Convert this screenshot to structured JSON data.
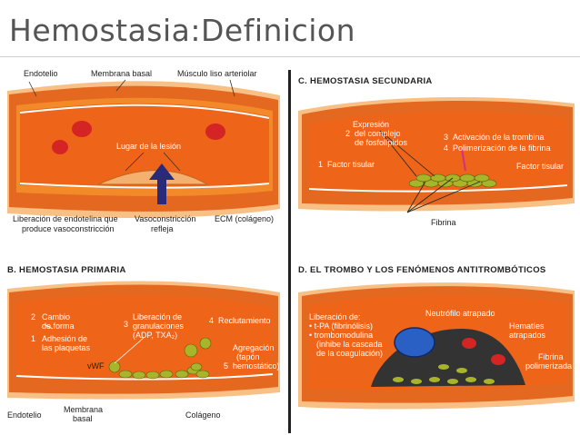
{
  "slide": {
    "title": "Hemostasia:Definicion"
  },
  "panel_a": {
    "endotelio": "Endotelio",
    "membrana_basal": "Membrana basal",
    "musculo": "Músculo liso arteriolar",
    "lugar_lesion": "Lugar de la lesión",
    "liberacion_1": "Liberación de endotelina que",
    "liberacion_2": "produce vasoconstricción",
    "vaso_1": "Vasoconstricción",
    "vaso_2": "refleja",
    "ecm": "ECM (colágeno)"
  },
  "panel_b": {
    "heading": "B.  HEMOSTASIA PRIMARIA",
    "cambio_1": "Cambio",
    "cambio_2": "de forma",
    "adhesion_1": "Adhesión de",
    "adhesion_2": "las plaquetas",
    "num_1": "1",
    "num_2": "2",
    "num_3": "3",
    "num_4": "4",
    "num_5": "5",
    "lib_1": "Liberación de",
    "lib_2": "granulaciones",
    "lib_3": "(ADP, TXA₂)",
    "reclut": "Reclutamiento",
    "agreg_1": "Agregación",
    "agreg_2": "(tapón",
    "agreg_3": "hemostático)",
    "vwf": "vWF",
    "endotelio": "Endotelio",
    "membrana_1": "Membrana",
    "membrana_2": "basal",
    "colageno": "Colágeno"
  },
  "panel_c": {
    "heading": "C.  HEMOSTASIA SECUNDARIA",
    "expr_1": "Expresión",
    "expr_2": "del complejo",
    "expr_3": "de fosfolípidos",
    "num_1": "1",
    "num_2": "2",
    "num_3": "3",
    "num_4": "4",
    "activacion": "Activación de la trombina",
    "polimer": "Polimerización de la fibrina",
    "factor_left": "Factor tisular",
    "factor_right": "Factor tisular",
    "fibrina": "Fibrina"
  },
  "panel_d": {
    "heading": "D.  EL TROMBO Y LOS FENÓMENOS ANTITROMBÓTICOS",
    "lib_1": "Liberación de:",
    "lib_2": "• t-PA (fibrinólisis)",
    "lib_3": "• trombomodulina",
    "lib_4": "(inhibe la cascada",
    "lib_5": "de la coagulación)",
    "neutrofilo": "Neutrófilo atrapado",
    "hematies_1": "Hematíes",
    "hematies_2": "atrapados",
    "fibrina_1": "Fibrina",
    "fibrina_2": "polimerizada"
  },
  "colors": {
    "vessel_outer": "#e9732a",
    "lumen": "#f06a1e",
    "wall": "#f7b06a",
    "platelet": "#a8b52a",
    "rbc": "#d42424",
    "neutrophil": "#2a5fc4",
    "arrow": "#2a2a7a"
  }
}
